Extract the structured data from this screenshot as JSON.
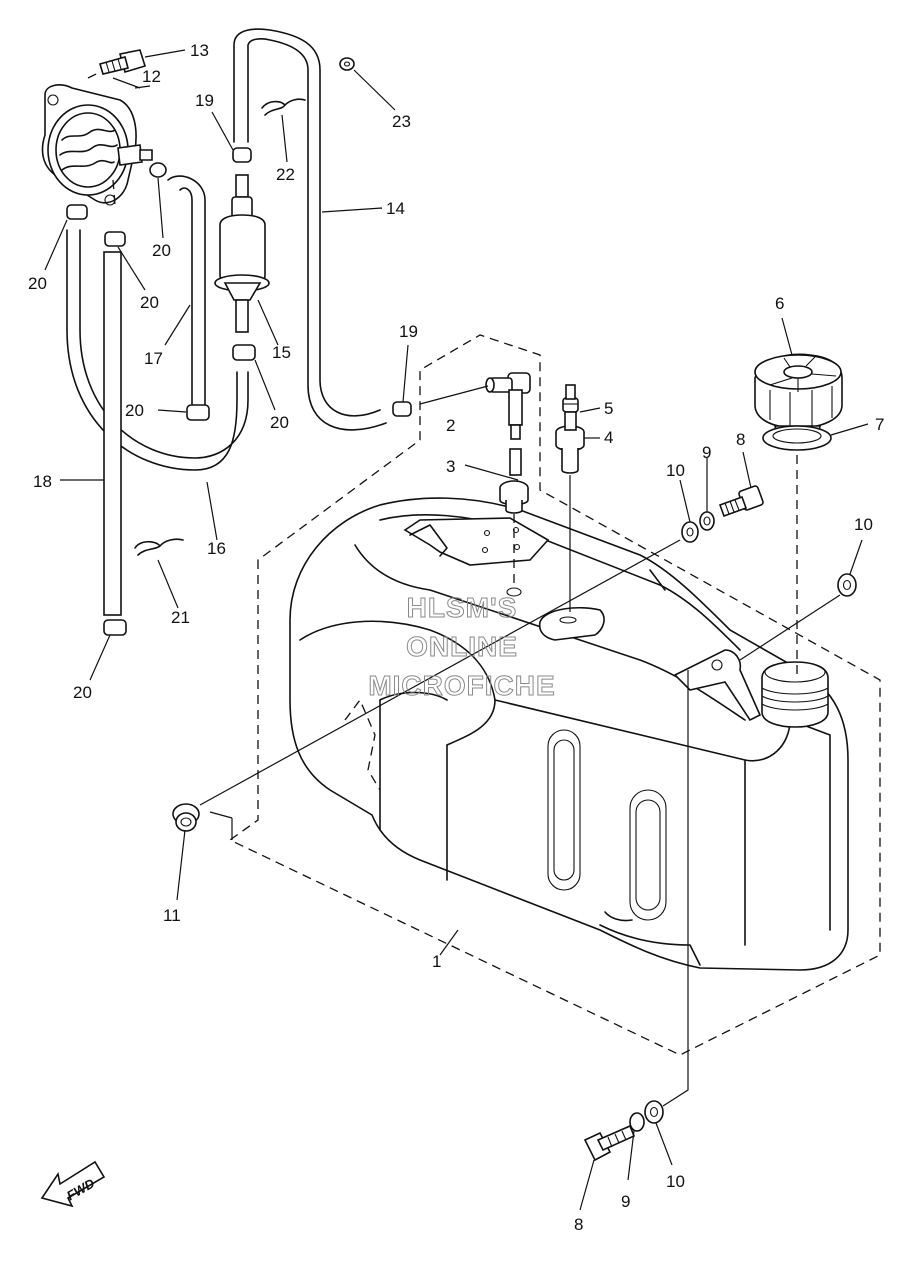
{
  "watermark": {
    "line1": "HLSM'S",
    "line2": "ONLINE",
    "line3": "MICROFICHE"
  },
  "orientation": {
    "label": "FWD",
    "icon": "forward-arrow-icon"
  },
  "callouts": [
    {
      "id": "1",
      "label": "1"
    },
    {
      "id": "2",
      "label": "2"
    },
    {
      "id": "3",
      "label": "3"
    },
    {
      "id": "4",
      "label": "4"
    },
    {
      "id": "5",
      "label": "5"
    },
    {
      "id": "6",
      "label": "6"
    },
    {
      "id": "7",
      "label": "7"
    },
    {
      "id": "8a",
      "label": "8"
    },
    {
      "id": "8b",
      "label": "8"
    },
    {
      "id": "9a",
      "label": "9"
    },
    {
      "id": "9b",
      "label": "9"
    },
    {
      "id": "10a",
      "label": "10"
    },
    {
      "id": "10b",
      "label": "10"
    },
    {
      "id": "10c",
      "label": "10"
    },
    {
      "id": "11",
      "label": "11"
    },
    {
      "id": "12",
      "label": "12"
    },
    {
      "id": "13",
      "label": "13"
    },
    {
      "id": "14",
      "label": "14"
    },
    {
      "id": "15",
      "label": "15"
    },
    {
      "id": "16",
      "label": "16"
    },
    {
      "id": "17",
      "label": "17"
    },
    {
      "id": "18",
      "label": "18"
    },
    {
      "id": "19a",
      "label": "19"
    },
    {
      "id": "19b",
      "label": "19"
    },
    {
      "id": "20a",
      "label": "20"
    },
    {
      "id": "20b",
      "label": "20"
    },
    {
      "id": "20c",
      "label": "20"
    },
    {
      "id": "20d",
      "label": "20"
    },
    {
      "id": "20e",
      "label": "20"
    },
    {
      "id": "20f",
      "label": "20"
    },
    {
      "id": "21",
      "label": "21"
    },
    {
      "id": "22",
      "label": "22"
    },
    {
      "id": "23",
      "label": "23"
    }
  ]
}
